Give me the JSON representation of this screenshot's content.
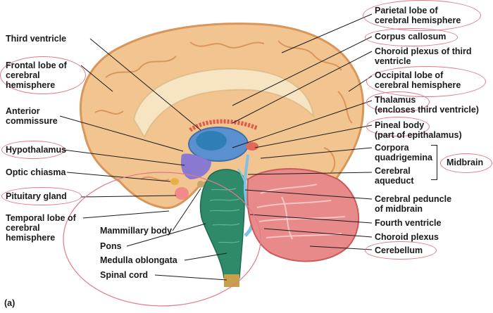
{
  "labels_left": [
    "Third ventricle",
    "Frontal lobe of\ncerebral\nhemisphere",
    "Anterior\ncommissure",
    "Hypothalamus",
    "Optic chiasma",
    "Pituitary gland",
    "Temporal lobe of\ncerebral\nhemisphere",
    "Mammillary body",
    "Pons",
    "Medulla oblongata",
    "Spinal cord"
  ],
  "labels_right": [
    "Parietal lobe of\ncerebral hemisphere",
    "Corpus callosum",
    "Choroid plexus of third\nventricle",
    "Occipital lobe of\ncerebral hemisphere",
    "Thalamus\n(encloses third ventricle)",
    "Pineal body\n(part of epithalamus)",
    "Corpora\nquadrigemina",
    "Cerebral\naqueduct",
    "Cerebral peduncle\nof midbrain",
    "Fourth ventricle",
    "Choroid plexus",
    "Cerebellum"
  ],
  "group_label": "Midbrain",
  "panel_letter": "(a)",
  "colors": {
    "cerebrum": "#f2c48f",
    "cerebrum_dark": "#d9965a",
    "cerebellum": "#e98a8a",
    "brainstem": "#2f8a6a",
    "ventricle": "#4a9fcf",
    "thalamus": "#6a8fd6",
    "highlight_ring": "#e07a8a"
  }
}
